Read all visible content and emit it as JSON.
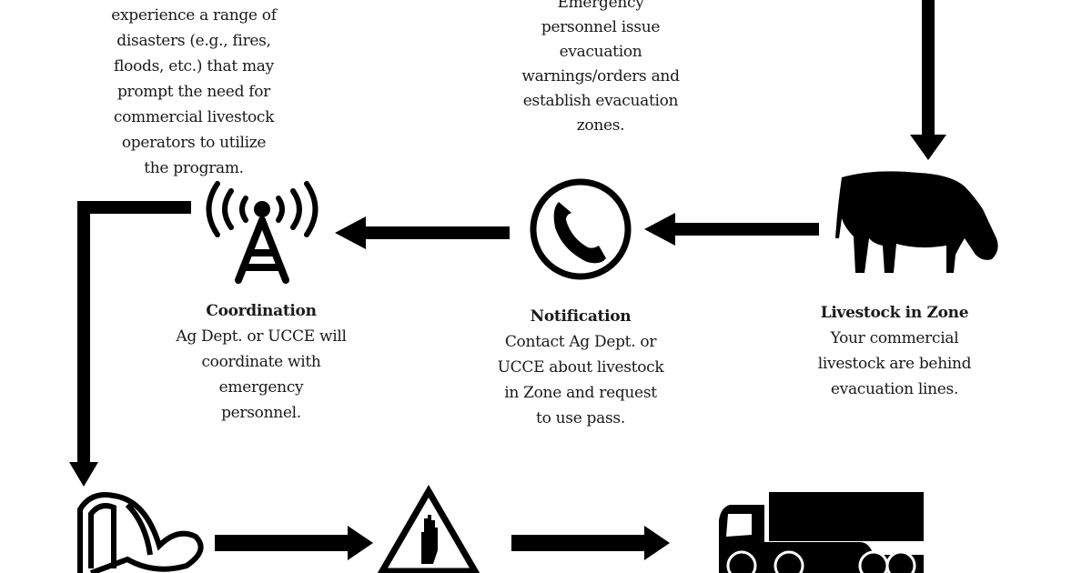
{
  "blocks": {
    "disasters": {
      "lines": [
        "experience a range of",
        "disasters (e.g., fires,",
        "floods, etc.) that may",
        "prompt the need for",
        "commercial livestock",
        "operators to utilize",
        "the program."
      ]
    },
    "evacuation": {
      "lines": [
        "Emergency",
        "personnel issue",
        "evacuation",
        "warnings/orders and",
        "establish evacuation",
        "zones."
      ]
    },
    "coordination": {
      "title": "Coordination",
      "lines": [
        "Ag Dept. or UCCE will",
        "coordinate with",
        "emergency",
        "personnel."
      ]
    },
    "notification": {
      "title": "Notification",
      "lines": [
        "Contact Ag Dept. or",
        "UCCE about livestock",
        "in Zone and request",
        "to use pass."
      ]
    },
    "livestock": {
      "title": "Livestock in Zone",
      "lines": [
        "Your commercial",
        "livestock are behind",
        "evacuation lines."
      ]
    }
  },
  "icons": [
    "cow-icon",
    "phone-icon",
    "radio-tower-icon",
    "firefighter-helmet-icon",
    "stop-hand-warning-icon",
    "truck-icon"
  ],
  "colors": {
    "ink": "#000000",
    "background": "#ffffff"
  }
}
